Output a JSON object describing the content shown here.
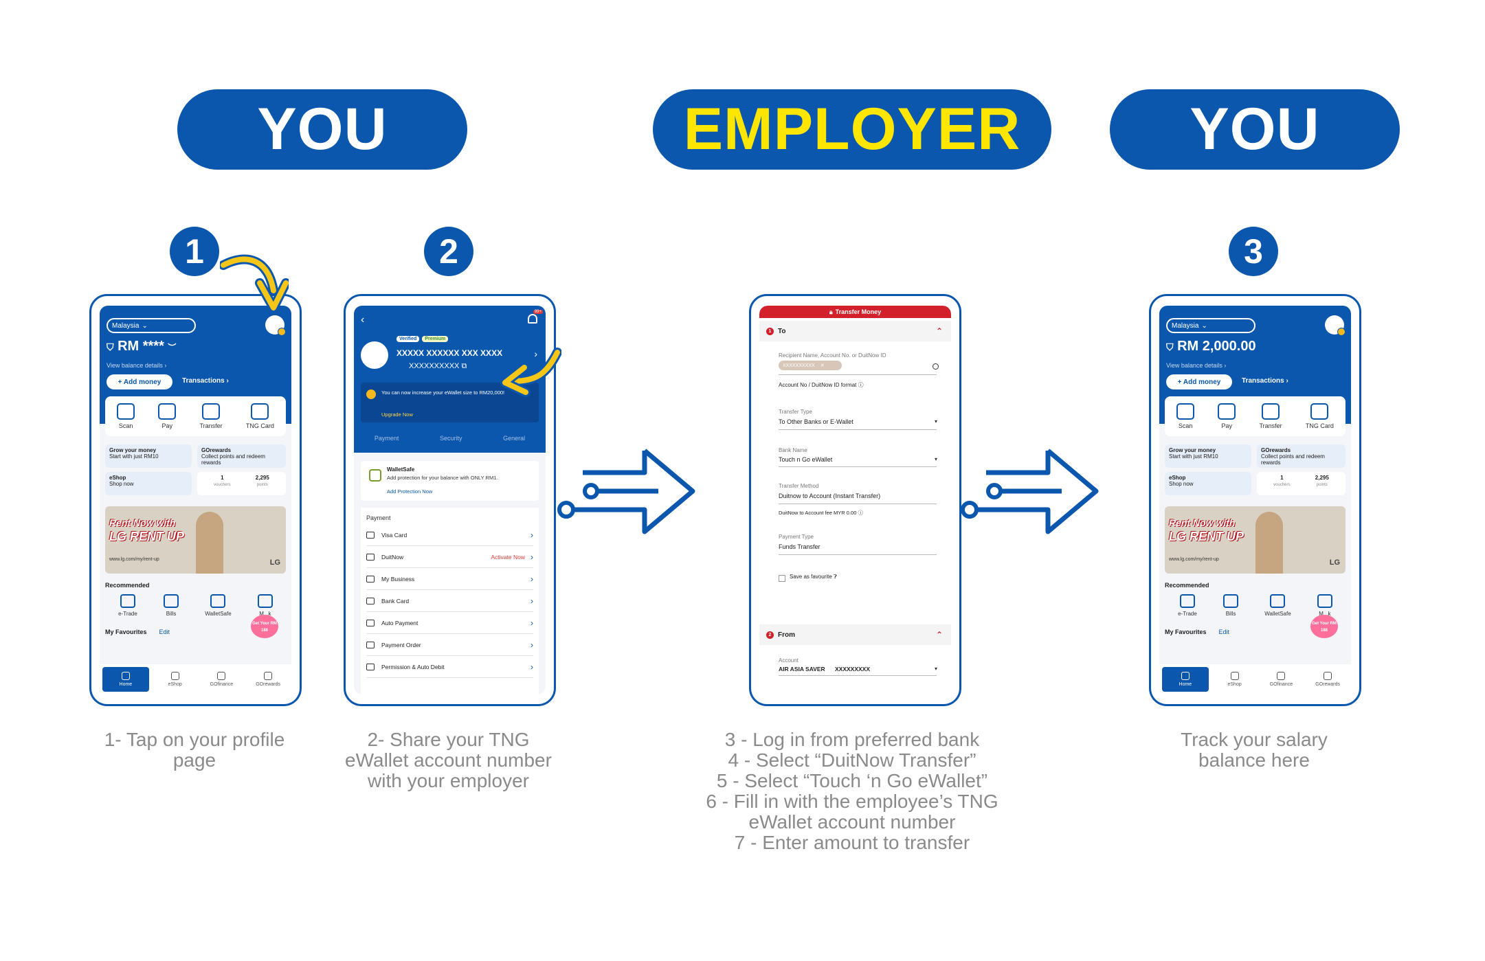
{
  "headers": {
    "you_left": "YOU",
    "employer": "EMPLOYER",
    "you_right": "YOU"
  },
  "steps": {
    "s1": "1",
    "s2": "2",
    "s3": "3"
  },
  "captions": {
    "c1": [
      "1- Tap on your profile",
      "page"
    ],
    "c2": [
      "2- Share your TNG",
      "eWallet account number",
      "with your employer"
    ],
    "c3": [
      "3 - Log in from preferred bank",
      "4 - Select “DuitNow Transfer”",
      "5 - Select “Touch ‘n Go eWallet”",
      "6 - Fill in with the employee’s TNG",
      "eWallet account number",
      "7 - Enter amount to transfer"
    ],
    "c4": [
      "Track your salary",
      "balance here"
    ]
  },
  "home1": {
    "country": "Malaysia",
    "balance": "RM ****",
    "view_balance": "View balance details",
    "add_money": "+ Add money",
    "transactions": "Transactions",
    "quick": [
      "Scan",
      "Pay",
      "Transfer",
      "TNG Card"
    ],
    "grow_title": "Grow your money",
    "grow_sub": "Start with just RM10",
    "gorewards_title": "GOrewards",
    "gorewards_sub": "Collect points and redeem rewards",
    "eshop_title": "eShop",
    "eshop_sub": "Shop now",
    "vouchers_count": "1",
    "vouchers_label": "vouchers",
    "points_count": "2,295",
    "points_label": "points",
    "banner_l1": "Rent Now with",
    "banner_l2": "LG RENT UP",
    "banner_url": "www.lg.com/my/rent-up",
    "banner_lg": "LG",
    "recommended": "Recommended",
    "rec_items": [
      "e-Trade",
      "Bills",
      "WalletSafe",
      "M...k"
    ],
    "favourites": "My Favourites",
    "edit": "Edit",
    "get_your": "Get Your RM 188",
    "nav": [
      "Home",
      "eShop",
      "GOfinance",
      "GOrewards"
    ]
  },
  "home2": {
    "balance": "RM 2,000.00"
  },
  "profile": {
    "verified": "Verified",
    "premium": "Premium",
    "name": "XXXXX XXXXXX XXX XXXX",
    "account": "XXXXXXXXXX",
    "notif": "99+",
    "upgrade_text": "You can now increase your eWallet size to RM20,000!",
    "upgrade_link": "Upgrade Now",
    "tabs": [
      "Payment",
      "Security",
      "General"
    ],
    "ws_title": "WalletSafe",
    "ws_desc": "Add protection for your balance with ONLY RM1.",
    "ws_link": "Add Protection Now",
    "payment_header": "Payment",
    "rows": [
      "Visa Card",
      "DuitNow",
      "My Business",
      "Bank Card",
      "Auto Payment",
      "Payment Order",
      "Permission & Auto Debit"
    ],
    "activate": "Activate Now"
  },
  "transfer": {
    "title": "Transfer Money",
    "to": "To",
    "recipient_label": "Recipient Name, Account No. or DuitNow ID",
    "chip": "XXXXXXXXXX",
    "format_label": "Account No / DuitNow ID format",
    "type_label": "Transfer Type",
    "type_value": "To Other Banks or E-Wallet",
    "bank_label": "Bank Name",
    "bank_value": "Touch n Go eWallet",
    "method_label": "Transfer Method",
    "method_value": "Duitnow to Account (Instant Transfer)",
    "fee": "DuitNow to Account fee MYR 0.00",
    "ptype_label": "Payment Type",
    "ptype_value": "Funds Transfer",
    "save_fav": "Save as favourite",
    "from": "From",
    "account_label": "Account",
    "account_name": "AIR ASIA SAVER",
    "account_num": "XXXXXXXXX"
  },
  "colors": {
    "brand_blue": "#0a57ad",
    "employer_yellow": "#ffe600",
    "accent_yellow": "#f5b91e",
    "bank_red": "#d3212b",
    "caption_gray": "#8a8a8a"
  }
}
